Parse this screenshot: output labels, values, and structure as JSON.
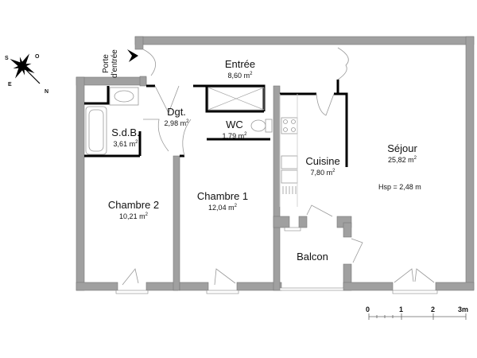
{
  "plan": {
    "entrance_label_line1": "Porte",
    "entrance_label_line2": "d'entrée",
    "unit_suffix": "m",
    "rooms": [
      {
        "id": "entree",
        "name": "Entrée",
        "area": "8,60"
      },
      {
        "id": "dgt",
        "name": "Dgt.",
        "area": "2,98"
      },
      {
        "id": "sdb",
        "name": "S.d.B.",
        "area": "3,61"
      },
      {
        "id": "wc",
        "name": "WC",
        "area": "1,79"
      },
      {
        "id": "cuisine",
        "name": "Cuisine",
        "area": "7,80"
      },
      {
        "id": "sejour",
        "name": "Séjour",
        "area": "25,82"
      },
      {
        "id": "chambre2",
        "name": "Chambre 2",
        "area": "10,21"
      },
      {
        "id": "chambre1",
        "name": "Chambre 1",
        "area": "12,04"
      },
      {
        "id": "balcon",
        "name": "Balcon",
        "area": ""
      }
    ],
    "ceiling_height": "Hsp = 2,48 m"
  },
  "compass": {
    "labels": [
      "S",
      "O",
      "E",
      "N"
    ]
  },
  "scale_bar": {
    "ticks": [
      "0",
      "1",
      "2",
      "3m"
    ]
  },
  "colors": {
    "wall": "#a0a0a0",
    "partition": "#000000",
    "fixture": "#999999"
  }
}
